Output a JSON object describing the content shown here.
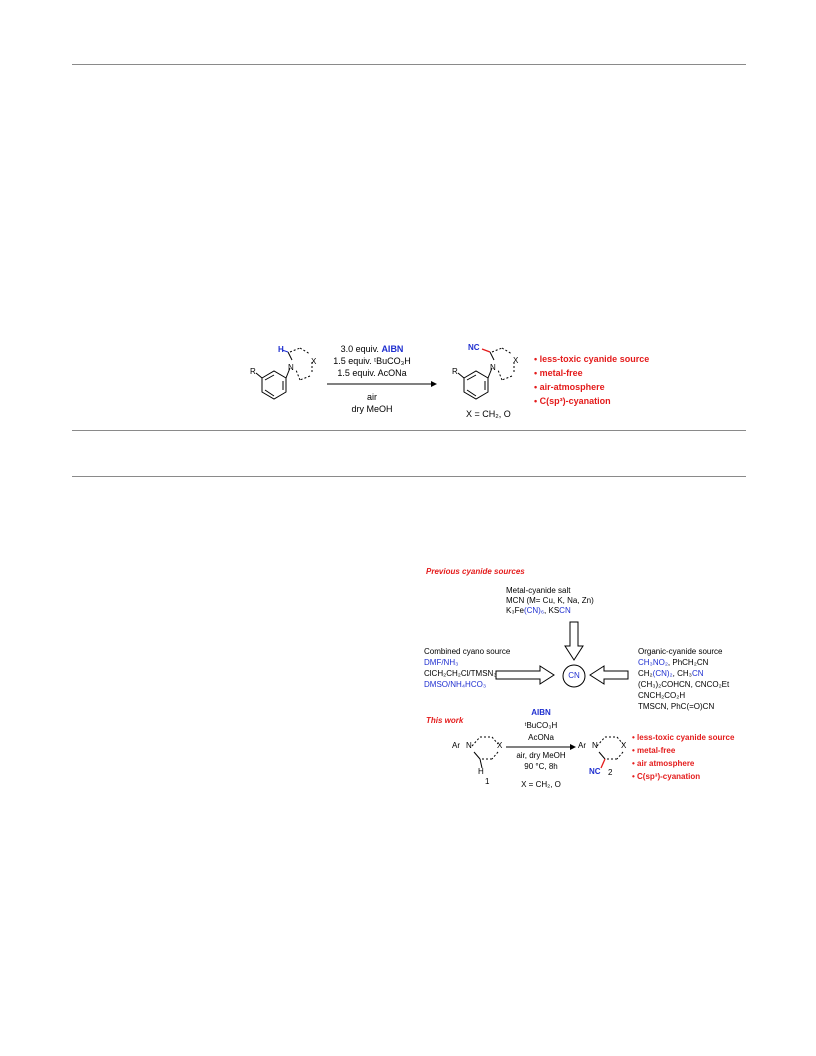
{
  "graphical_abstract": {
    "reagents": {
      "line1_prefix": "3.0 equiv. ",
      "line1_reagent": "AIBN",
      "line2": "1.5 equiv. ᵗBuCO₃H",
      "line3": "1.5 equiv. AcONa",
      "line4": "air",
      "line5": "dry MeOH"
    },
    "substrate": {
      "h_label": "H",
      "n_label": "N",
      "x_label": "X",
      "r_label": "R"
    },
    "product": {
      "nc_label": "NC",
      "n_label": "N",
      "x_label": "X",
      "r_label": "R",
      "x_def": "X = CH₂, O"
    },
    "features": [
      "• less-toxic cyanide source",
      "• metal-free",
      "• air-atmosphere",
      "• C(sp³)-cyanation"
    ]
  },
  "scheme1": {
    "previous_title": "Previous cyanide sources",
    "metal": {
      "title": "Metal-cyanide salt",
      "line1": "MCN (M= Cu, K, Na, Zn)",
      "line2_prefix": "K₃Fe",
      "line2_blue": "(CN)₆",
      "line2_mid": ", KS",
      "line2_blue2": "CN"
    },
    "combined": {
      "title": "Combined cyano source",
      "line1": "DMF/NH₃",
      "line2": "ClCH₂CH₂Cl/TMSN₃",
      "line3": "DMSO/NH₄HCO₃"
    },
    "center_label": "CN",
    "organic": {
      "title": "Organic-cyanide source",
      "line1_blue": "CH₃NO₂",
      "line1_rest": ", PhCH₂CN",
      "line2_a": "CH₂",
      "line2_b": "(CN)₂",
      "line2_c": ", CH₃",
      "line2_d": "CN",
      "line3": "(CH₃)₂COHCN, CNCO₂Et",
      "line4": "CNCH₂CO₂H",
      "line5": "TMSCN, PhC(=O)CN"
    },
    "this_work_title": "This work",
    "conditions": {
      "reagent": "AIBN",
      "line2": "ᵗBuCO₃H",
      "line3": "AcONa",
      "line4": "air, dry MeOH",
      "line5": "90 °C, 8h",
      "x_def": "X = CH₂, O"
    },
    "reactant": {
      "ar": "Ar",
      "n": "N",
      "x": "X",
      "h": "H",
      "num": "1"
    },
    "product": {
      "ar": "Ar",
      "n": "N",
      "x": "X",
      "nc": "NC",
      "num": "2"
    },
    "features": [
      "• less-toxic cyanide source",
      "• metal-free",
      "• air atmosphere",
      "• C(sp³)-cyanation"
    ]
  }
}
